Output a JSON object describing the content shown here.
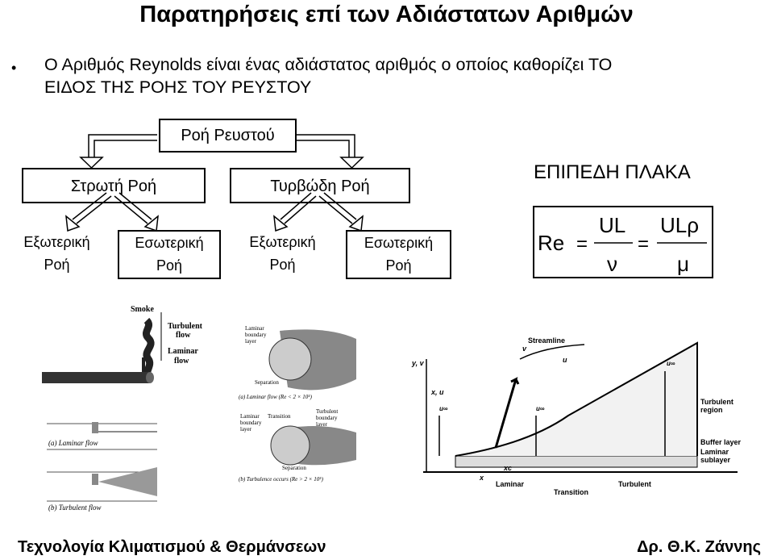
{
  "title": "Παρατηρήσεις επί των Αδιάστατων Αριθμών",
  "bullet": {
    "line1": "Ο Αριθμός Reynolds είναι ένας αδιάστατος αριθμός ο οποίος καθορίζει ΤΟ",
    "line2": "ΕΙΔΟΣ ΤΗΣ ΡΟΗΣ ΤΟΥ ΡΕΥΣΤΟΥ"
  },
  "tree": {
    "root": "Ροή Ρευστού",
    "laminar": "Στρωτή Ροή",
    "turbulent": "Τυρβώδη Ροή",
    "leaves": [
      {
        "line1": "Εξωτερική",
        "line2": "Ροή"
      },
      {
        "line1": "Εσωτερική",
        "line2": "Ροή"
      },
      {
        "line1": "Εξωτερική",
        "line2": "Ροή"
      },
      {
        "line1": "Εσωτερική",
        "line2": "Ροή"
      }
    ]
  },
  "plate": {
    "heading": "ΕΠΙΠΕΔΗ ΠΛΑΚΑ",
    "re": "Re",
    "eq": "=",
    "num1": "UL",
    "den1": "ν",
    "num2": "ULρ",
    "den2": "μ"
  },
  "fig_smoke": {
    "smoke": "Smoke",
    "turbulent1": "Turbulent",
    "turbulent2": "flow",
    "laminar1": "Laminar",
    "laminar2": "flow",
    "a_caption": "(a) Laminar flow",
    "b_caption": "(b) Turbulent flow"
  },
  "fig_cylinder": {
    "top_label1": "Laminar",
    "top_label2": "boundary",
    "top_label3": "layer",
    "separation": "Separation",
    "caption_a": "(a) Laminar flow (Re < 2 × 10⁵)",
    "bot_label1": "Laminar",
    "bot_label2": "boundary",
    "bot_label3": "layer",
    "transition": "Transition",
    "turb1": "Turbulent",
    "turb2": "boundary",
    "turb3": "layer",
    "separation2": "Separation",
    "caption_b": "(b) Turbulence occurs (Re > 2 × 10⁵)"
  },
  "fig_bl": {
    "streamline": "Streamline",
    "v": "v",
    "u": "u",
    "yv": "y, v",
    "xu": "x, u",
    "u_inf": "u∞",
    "turb_region1": "Turbulent",
    "turb_region2": "region",
    "buffer": "Buffer layer",
    "lam_sub1": "Laminar",
    "lam_sub2": "sublayer",
    "xc": "xc",
    "x": "x",
    "laminar": "Laminar",
    "transition": "Transition",
    "turbulent": "Turbulent"
  },
  "footer": {
    "left": "Τεχνολογία Κλιματισμού & Θερμάνσεων",
    "right": "Δρ. Θ.Κ. Ζάννης"
  }
}
